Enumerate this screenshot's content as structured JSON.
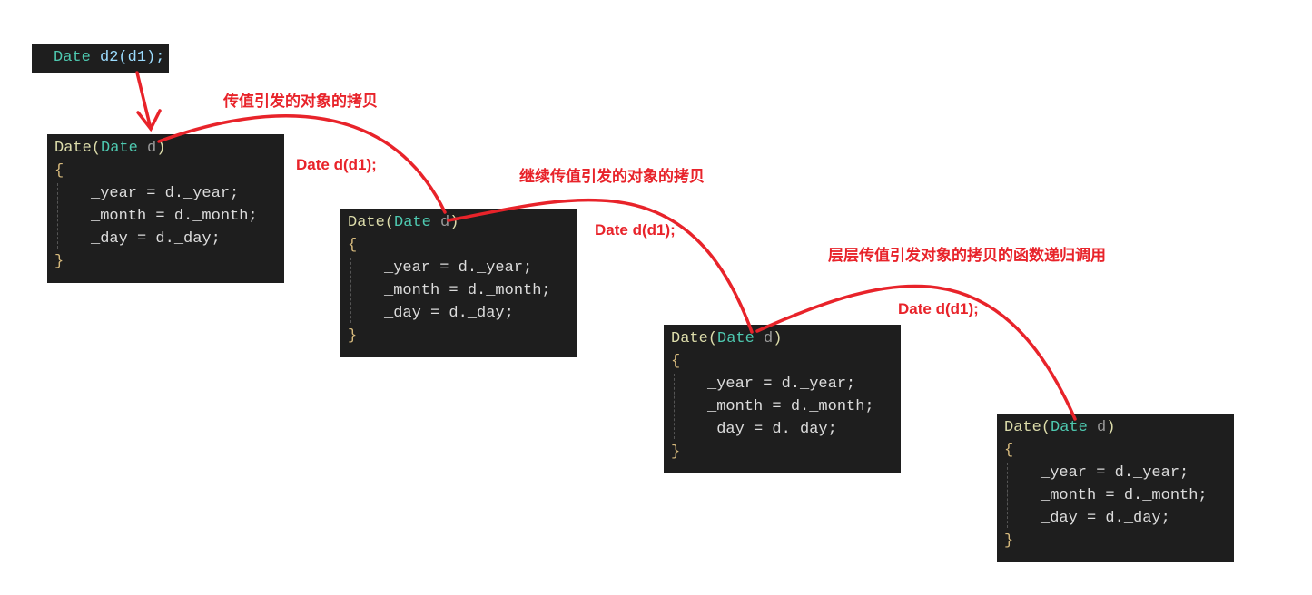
{
  "call": {
    "type": "Date",
    "rest": " d2(d1);"
  },
  "blocks": [
    {
      "fn": "Date",
      "type": "Date",
      "param": "d",
      "open": "{",
      "l1": "_year = d._year;",
      "l2": "_month = d._month;",
      "l3": "_day = d._day;",
      "close": "}"
    },
    {
      "fn": "Date",
      "type": "Date",
      "param": "d",
      "open": "{",
      "l1": "_year = d._year;",
      "l2": "_month = d._month;",
      "l3": "_day = d._day;",
      "close": "}"
    },
    {
      "fn": "Date",
      "type": "Date",
      "param": "d",
      "open": "{",
      "l1": "_year = d._year;",
      "l2": "_month = d._month;",
      "l3": "_day = d._day;",
      "close": "}"
    },
    {
      "fn": "Date",
      "type": "Date",
      "param": "d",
      "open": "{",
      "l1": "_year = d._year;",
      "l2": "_month = d._month;",
      "l3": "_day = d._day;",
      "close": "}"
    }
  ],
  "labels": {
    "a1": "传值引发的对象的拷贝",
    "c1": "Date d(d1);",
    "a2": "继续传值引发的对象的拷贝",
    "c2": "Date d(d1);",
    "a3": "层层传值引发对象的拷贝的函数递归调用",
    "c3": "Date d(d1);"
  },
  "colors": {
    "arrow": "#e8232a",
    "bg": "#1e1e1e"
  }
}
